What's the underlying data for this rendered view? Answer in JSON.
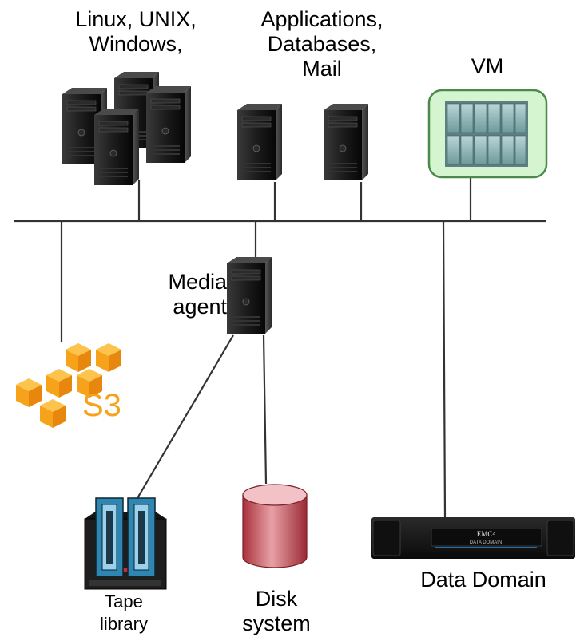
{
  "labels": {
    "servers_os": "Linux, UNIX,\nWindows,",
    "apps": "Applications,\nDatabases,\nMail",
    "vm": "VM",
    "media_agent": "Media\nagent",
    "tape_library": "Tape\nlibrary",
    "disk_system": "Disk\nsystem",
    "data_domain": "Data Domain",
    "s3": "S3",
    "emc_brand": "EMC²",
    "emc_product": "DATA DOMAIN"
  },
  "colors": {
    "line": "#333333",
    "server_dark": "#101010",
    "vm_box_fill": "#d5f5d0",
    "vm_box_border": "#4c8a4c",
    "aws_orange": "#f7a21b",
    "disk_red": "#c9434c",
    "tape_blue": "#2e86b3"
  }
}
